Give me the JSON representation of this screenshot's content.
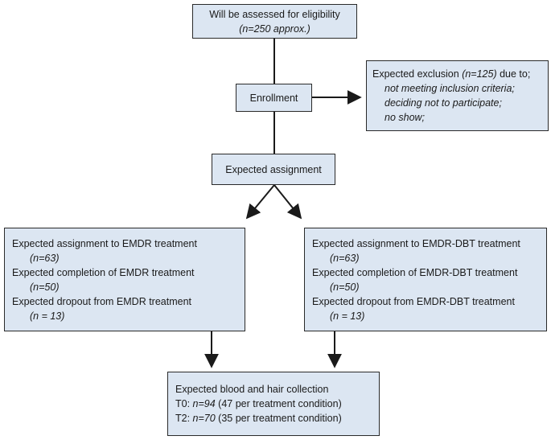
{
  "screening": {
    "label": "Will be assessed for eligibility",
    "n": "(n=250 approx.)"
  },
  "enrollment": {
    "label": "Enrollment"
  },
  "exclusion": {
    "lead_pre": "Expected exclusion ",
    "lead_n": "(n=125)",
    "lead_post": " due to;",
    "reasons": [
      "not meeting inclusion criteria;",
      "deciding not to participate;",
      "no show;"
    ]
  },
  "assignment": {
    "label": "Expected assignment"
  },
  "emdr": {
    "assign_label": "Expected assignment to EMDR treatment",
    "assign_n": "(n=63)",
    "complete_label": "Expected completion of EMDR treatment",
    "complete_n": "(n=50)",
    "dropout_label": "Expected dropout from EMDR treatment",
    "dropout_n": "(n = 13)"
  },
  "emdr_dbt": {
    "assign_label": "Expected assignment to EMDR-DBT treatment",
    "assign_n": "(n=63)",
    "complete_label": "Expected completion of EMDR-DBT treatment",
    "complete_n": "(n=50)",
    "dropout_label": "Expected dropout from EMDR-DBT treatment",
    "dropout_n": "(n = 13)"
  },
  "collection": {
    "title": "Expected blood and hair collection",
    "t0_prefix": "T0: ",
    "t0_n": "n=94",
    "t0_detail": " (47 per treatment condition)",
    "t2_prefix": "T2: ",
    "t2_n": "n=70",
    "t2_detail": " (35 per treatment condition)"
  },
  "colors": {
    "box_fill": "#dce6f2",
    "line": "#1a1a1a"
  }
}
